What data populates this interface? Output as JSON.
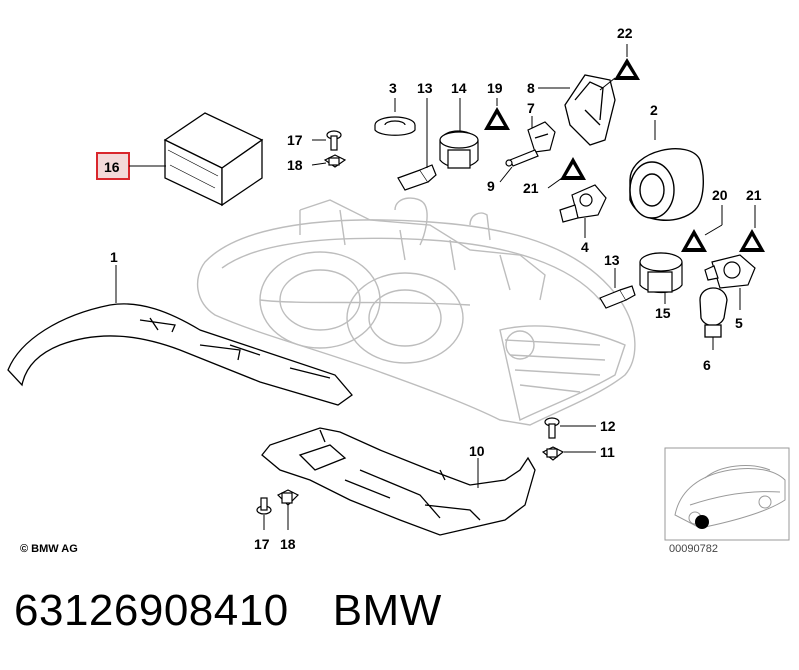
{
  "callouts": {
    "c1": "1",
    "c2": "2",
    "c3": "3",
    "c4": "4",
    "c5": "5",
    "c6": "6",
    "c7": "7",
    "c8": "8",
    "c9": "9",
    "c10": "10",
    "c11": "11",
    "c12": "12",
    "c13a": "13",
    "c13b": "13",
    "c14": "14",
    "c15": "15",
    "c16": "16",
    "c17a": "17",
    "c17b": "17",
    "c18a": "18",
    "c18b": "18",
    "c19": "19",
    "c20": "20",
    "c21a": "21",
    "c21b": "21",
    "c22": "22"
  },
  "copyright": "© BMW AG",
  "diagram_code": "00090782",
  "footer": {
    "part_number": "63126908410",
    "brand": "BMW"
  },
  "colors": {
    "highlight_box": "#d9262c",
    "line": "#000000",
    "ghost": "#bdbdbd"
  }
}
